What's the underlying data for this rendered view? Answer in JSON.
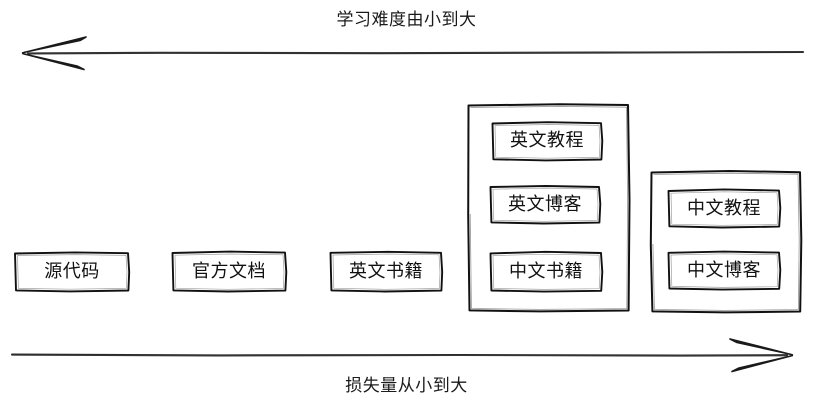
{
  "diagram": {
    "top_axis": {
      "caption": "学习难度由小到大",
      "direction": "left",
      "arrow_name": "difficulty-axis-arrow"
    },
    "bottom_axis": {
      "caption": "损失量从小到大",
      "direction": "right",
      "arrow_name": "loss-axis-arrow"
    },
    "nodes": [
      {
        "id": "source-code",
        "label": "源代码"
      },
      {
        "id": "official-docs",
        "label": "官方文档"
      },
      {
        "id": "english-books",
        "label": "英文书籍"
      }
    ],
    "groups": [
      {
        "id": "group-english-mixed",
        "items": [
          {
            "id": "english-tutorial",
            "label": "英文教程"
          },
          {
            "id": "english-blog",
            "label": "英文博客"
          },
          {
            "id": "chinese-books",
            "label": "中文书籍"
          }
        ]
      },
      {
        "id": "group-chinese",
        "items": [
          {
            "id": "chinese-tutorial",
            "label": "中文教程"
          },
          {
            "id": "chinese-blog",
            "label": "中文博客"
          }
        ]
      }
    ],
    "colors": {
      "stroke": "#111111",
      "background": "#ffffff",
      "text": "#1a1a1a"
    }
  }
}
